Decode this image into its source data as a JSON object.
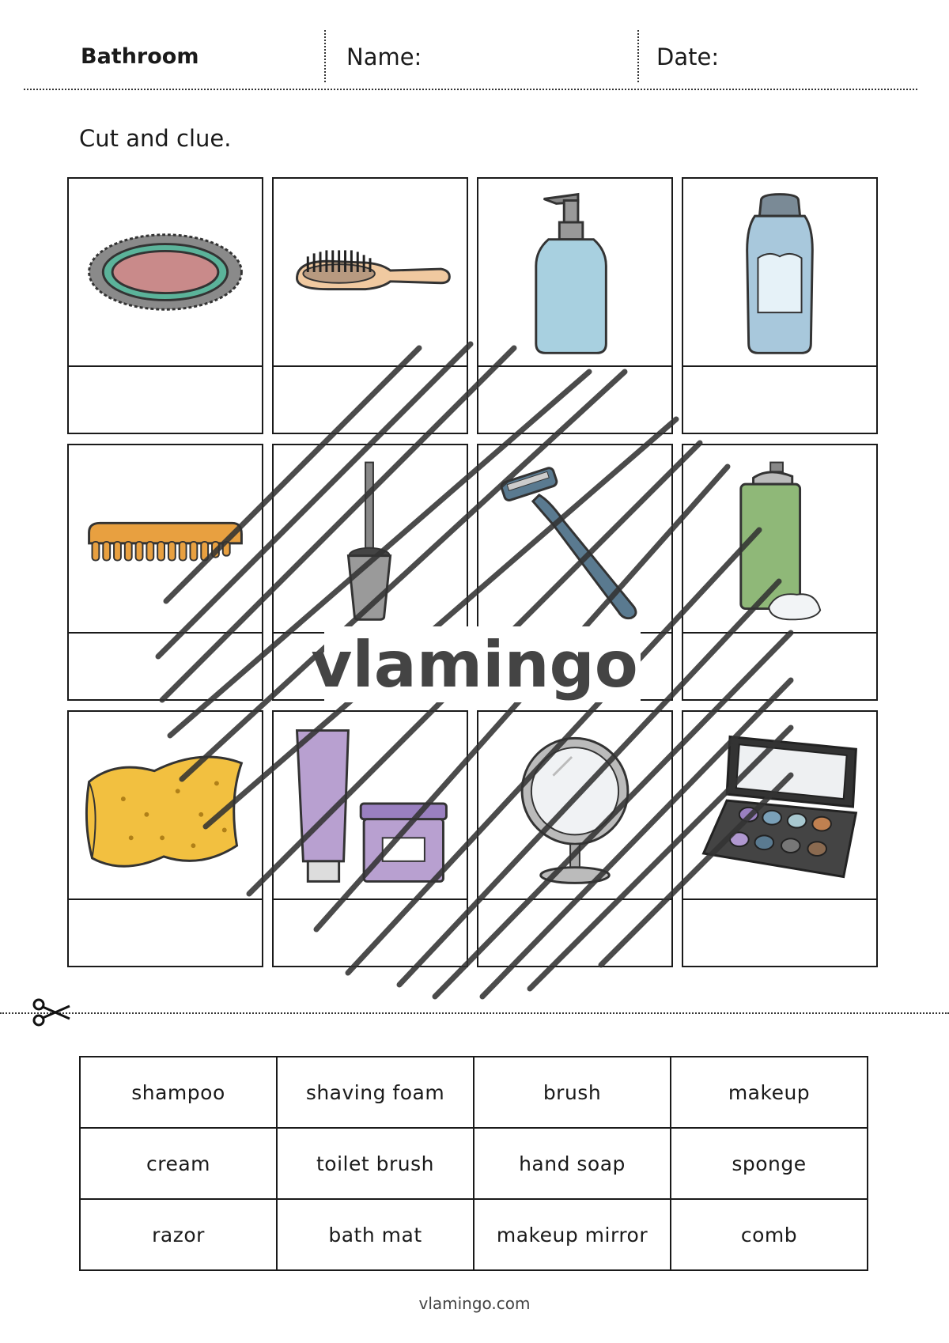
{
  "header": {
    "title": "Bathroom",
    "name_label": "Name:",
    "date_label": "Date:"
  },
  "instruction": "Cut and clue.",
  "cards": [
    {
      "icon": "bath-mat-icon"
    },
    {
      "icon": "hair-brush-icon"
    },
    {
      "icon": "hand-soap-icon"
    },
    {
      "icon": "shampoo-bottle-icon"
    },
    {
      "icon": "comb-icon"
    },
    {
      "icon": "toilet-brush-icon"
    },
    {
      "icon": "razor-icon"
    },
    {
      "icon": "shaving-foam-icon"
    },
    {
      "icon": "sponge-icon"
    },
    {
      "icon": "cream-icon"
    },
    {
      "icon": "makeup-mirror-icon"
    },
    {
      "icon": "makeup-palette-icon"
    }
  ],
  "words": [
    [
      "shampoo",
      "shaving foam",
      "brush",
      "makeup"
    ],
    [
      "cream",
      "toilet brush",
      "hand soap",
      "sponge"
    ],
    [
      "razor",
      "bath mat",
      "makeup mirror",
      "comb"
    ]
  ],
  "watermark": "vlamingo",
  "footer": "vlamingo.com"
}
